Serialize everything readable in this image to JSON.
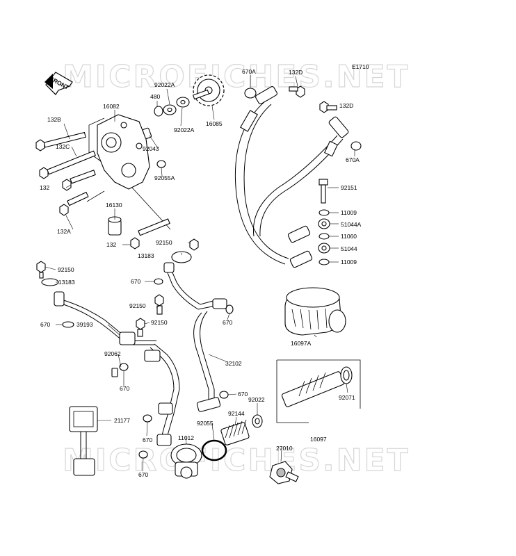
{
  "diagram_code": "E1710",
  "watermark": {
    "top": "MICROFICHES.NET",
    "bottom": "MICROFICHES.NET"
  },
  "front_badge": "FRONT",
  "labels": {
    "p16082": "16082",
    "p480": "480",
    "p92022A_1": "92022A",
    "p92022A_2": "92022A",
    "p16085": "16085",
    "p670A_1": "670A",
    "p132D_1": "132D",
    "p132D_2": "132D",
    "p670A_2": "670A",
    "p132B": "132B",
    "p132C": "132C",
    "p132": "132",
    "p92043": "92043",
    "p92055A": "92055A",
    "p16130": "16130",
    "p132A": "132A",
    "p132_b": "132",
    "p92150_a": "92150",
    "p13183_a": "13183",
    "p92151": "92151",
    "p11009_1": "11009",
    "p51044A": "51044A",
    "p11060": "11060",
    "p51044": "51044",
    "p11009_2": "11009",
    "p92150_b": "92150",
    "p13183_b": "13183",
    "p670_a": "670",
    "p92150_c": "92150",
    "p670_b": "670",
    "p39193": "39193",
    "p92150_d": "92150",
    "p670_c": "670",
    "p16097A": "16097A",
    "p92062": "92062",
    "p32102": "32102",
    "p670_d": "670",
    "p92071": "92071",
    "p670_e": "670",
    "p21177": "21177",
    "p92022": "92022",
    "p92144": "92144",
    "p92055": "92055",
    "p16097": "16097",
    "p670_f": "670",
    "p11012": "11012",
    "p27010": "27010",
    "p670_g": "670"
  }
}
